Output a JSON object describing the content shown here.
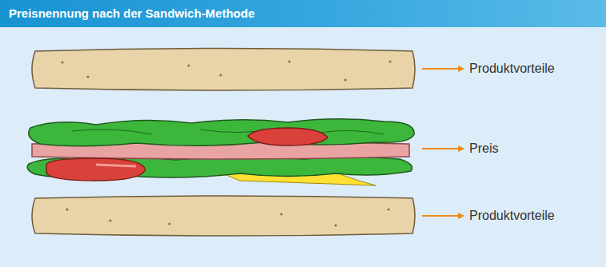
{
  "diagram": {
    "title": "Preisnennung nach der Sandwich-Methode",
    "labels": [
      "Produktvorteile",
      "Preis",
      "Produktvorteile"
    ]
  }
}
